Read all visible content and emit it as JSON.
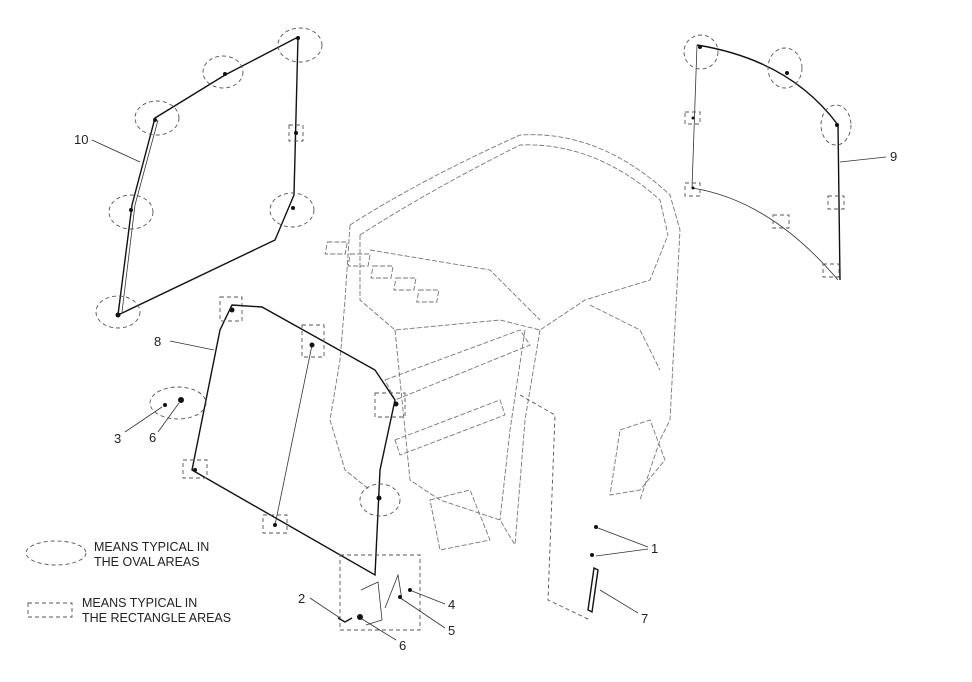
{
  "callouts": {
    "c1": "1",
    "c2": "2",
    "c3": "3",
    "c4": "4",
    "c5": "5",
    "c6a": "6",
    "c6b": "6",
    "c7": "7",
    "c8": "8",
    "c9": "9",
    "c10": "10"
  },
  "legend": {
    "oval_line1": "MEANS TYPICAL IN",
    "oval_line2": "THE OVAL AREAS",
    "rect_line1": "MEANS TYPICAL IN",
    "rect_line2": "THE RECTANGLE AREAS"
  }
}
